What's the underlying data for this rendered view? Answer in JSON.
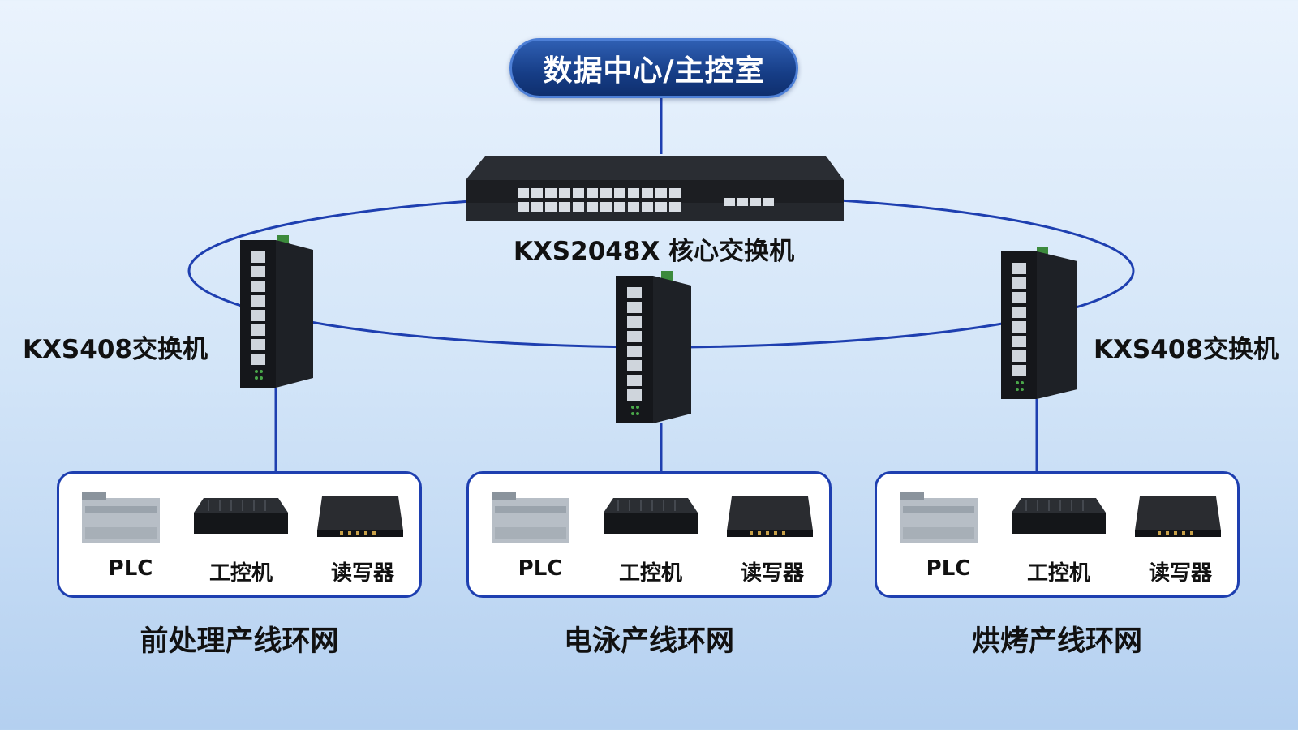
{
  "title": "数据中心/主控室",
  "core_switch": {
    "label": "KXS2048X 核心交换机"
  },
  "access_switches": [
    {
      "label": "KXS408交换机"
    },
    {
      "label": ""
    },
    {
      "label": "KXS408交换机"
    }
  ],
  "networks": [
    {
      "name": "前处理产线环网",
      "devices": [
        "PLC",
        "工控机",
        "读写器"
      ]
    },
    {
      "name": "电泳产线环网",
      "devices": [
        "PLC",
        "工控机",
        "读写器"
      ]
    },
    {
      "name": "烘烤产线环网",
      "devices": [
        "PLC",
        "工控机",
        "读写器"
      ]
    }
  ],
  "colors": {
    "link": "#1e3fb0",
    "title_bg": "#163d86",
    "device_body": "#1a1d22"
  }
}
